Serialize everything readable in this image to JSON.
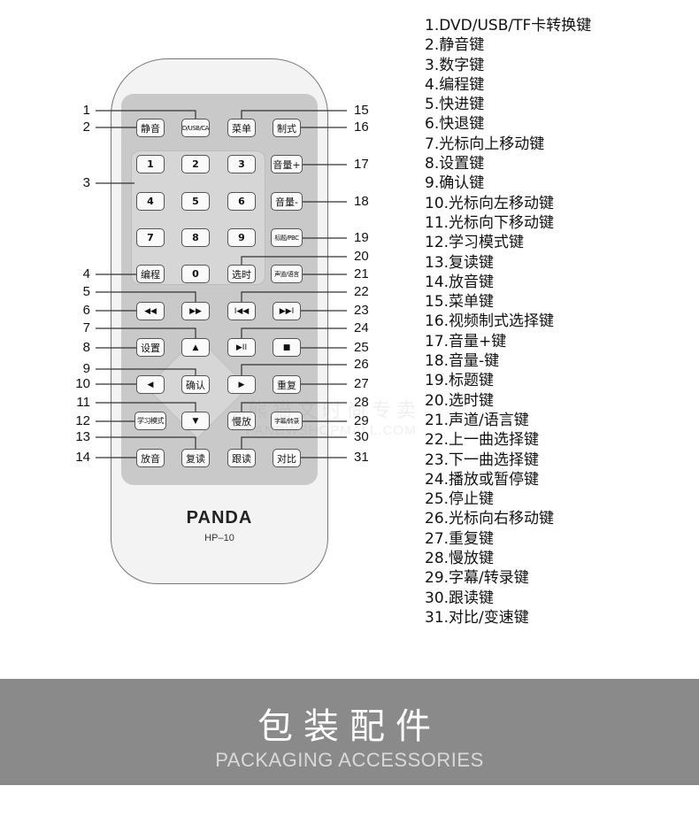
{
  "remote": {
    "brand": "PANDA",
    "model": "HP–10",
    "keys": {
      "mute": "静音",
      "dvd_usb_card": "DVD/USB/CARD",
      "menu": "菜单",
      "format": "制式",
      "n1": "1",
      "n2": "2",
      "n3": "3",
      "n4": "4",
      "n5": "5",
      "n6": "6",
      "n7": "7",
      "n8": "8",
      "n9": "9",
      "n0": "0",
      "vol_up": "音量+",
      "vol_down": "音量-",
      "title_pbc": "标题/PBC",
      "program": "编程",
      "select_time": "选时",
      "audio_language": "声道/语言",
      "rewind": "◀◀",
      "fast_forward": "▶▶",
      "prev": "I◀◀",
      "next": "▶▶I",
      "setup": "设置",
      "up": "▲",
      "play_pause": "▶II",
      "stop": "■",
      "left": "◀",
      "ok": "确认",
      "right": "▶",
      "repeat": "重复",
      "learn_mode": "学习模式",
      "down": "▼",
      "slow": "慢放",
      "subtitle_record": "字幕/转录",
      "playback": "放音",
      "reread": "复读",
      "follow_read": "跟读",
      "compare": "对比"
    },
    "callouts_left": [
      "1",
      "2",
      "3",
      "4",
      "5",
      "6",
      "7",
      "8",
      "9",
      "10",
      "11",
      "12",
      "13",
      "14"
    ],
    "callouts_right": [
      "15",
      "16",
      "17",
      "18",
      "19",
      "20",
      "21",
      "22",
      "23",
      "24",
      "25",
      "26",
      "27",
      "28",
      "29",
      "30",
      "31"
    ]
  },
  "legend": [
    "1.DVD/USB/TF卡转换键",
    "2.静音键",
    "3.数字键",
    "4.编程键",
    "5.快进键",
    "6.快退键",
    "7.光标向上移动键",
    "8.设置键",
    "9.确认键",
    "10.光标向左移动键",
    "11.光标向下移动键",
    "12.学习模式键",
    "13.复读键",
    "14.放音键",
    "15.菜单键",
    "16.视频制式选择键",
    "17.音量+键",
    "18.音量-键",
    "19.标题键",
    "20.选时键",
    "21.声道/语言键",
    "22.上一曲选择键",
    "23.下一曲选择键",
    "24.播放或暂停键",
    "25.停止键",
    "26.光标向右移动键",
    "27.重复键",
    "28.慢放键",
    "29.字幕/转录键",
    "30.跟读键",
    "31.对比/变速键"
  ],
  "watermark": {
    "cn": "熊猫文时尚专卖",
    "en": "PANDWSHOPMALL.COM"
  },
  "banner": {
    "title": "包装配件",
    "subtitle": "PACKAGING ACCESSORIES"
  }
}
